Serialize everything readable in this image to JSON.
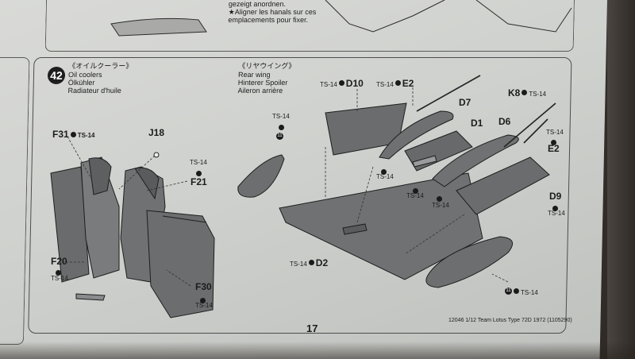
{
  "top_text": {
    "line1": "gezeigt anordnen.",
    "line2": "★Aligner les hanals sur ces",
    "line3": "emplacements pour fixer."
  },
  "step": {
    "number": "42",
    "jp": "《オイルクーラー》",
    "en": "Oil coolers",
    "de": "Ölkühler",
    "fr": "Radiateur d'huile"
  },
  "rear_wing": {
    "jp": "《リヤウイング》",
    "en": "Rear wing",
    "de": "Hinterer Spoiler",
    "fr": "Aileron arrière"
  },
  "parts": {
    "f31": "F31",
    "j18": "J18",
    "f21": "F21",
    "f20": "F20",
    "f30": "F30",
    "d10": "D10",
    "e2": "E2",
    "d7": "D7",
    "d1": "D1",
    "d6": "D6",
    "k8": "K8",
    "e2b": "E2",
    "d9": "D9",
    "d2": "D2"
  },
  "screw": "TS-14",
  "circled_number": "11",
  "page_number": "17",
  "footer": "12046 1/12 Team Lotus Type 72D 1972 (1105290)"
}
